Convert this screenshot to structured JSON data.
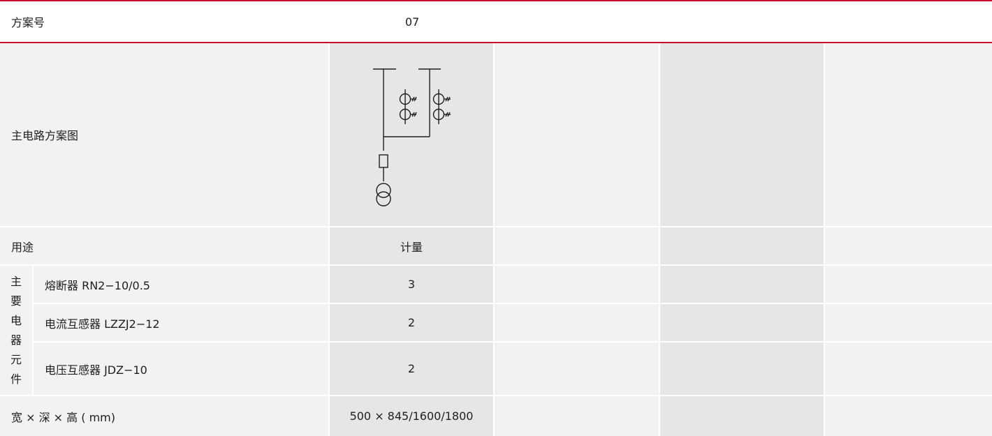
{
  "scheme_row": {
    "label": "方案号",
    "value": "07"
  },
  "circuit_row": {
    "label": "主电路方案图"
  },
  "usage_row": {
    "label": "用途",
    "value": "计量"
  },
  "components": {
    "group_label_chars": [
      "主",
      "要",
      "电",
      "器",
      "元",
      "件"
    ],
    "items": [
      {
        "name": "熔断器 RN2−10/0.5",
        "qty": "3"
      },
      {
        "name": "电流互感器 LZZJ2−12",
        "qty": "2"
      },
      {
        "name": "电压互感器 JDZ−10",
        "qty": "2"
      }
    ]
  },
  "size_row": {
    "label": "宽 × 深 × 高 ( mm)",
    "value": "500 × 845/1600/1800"
  },
  "colors": {
    "accent": "#c8102e",
    "shade": "#e6e6e6",
    "light": "#f2f2f2"
  }
}
